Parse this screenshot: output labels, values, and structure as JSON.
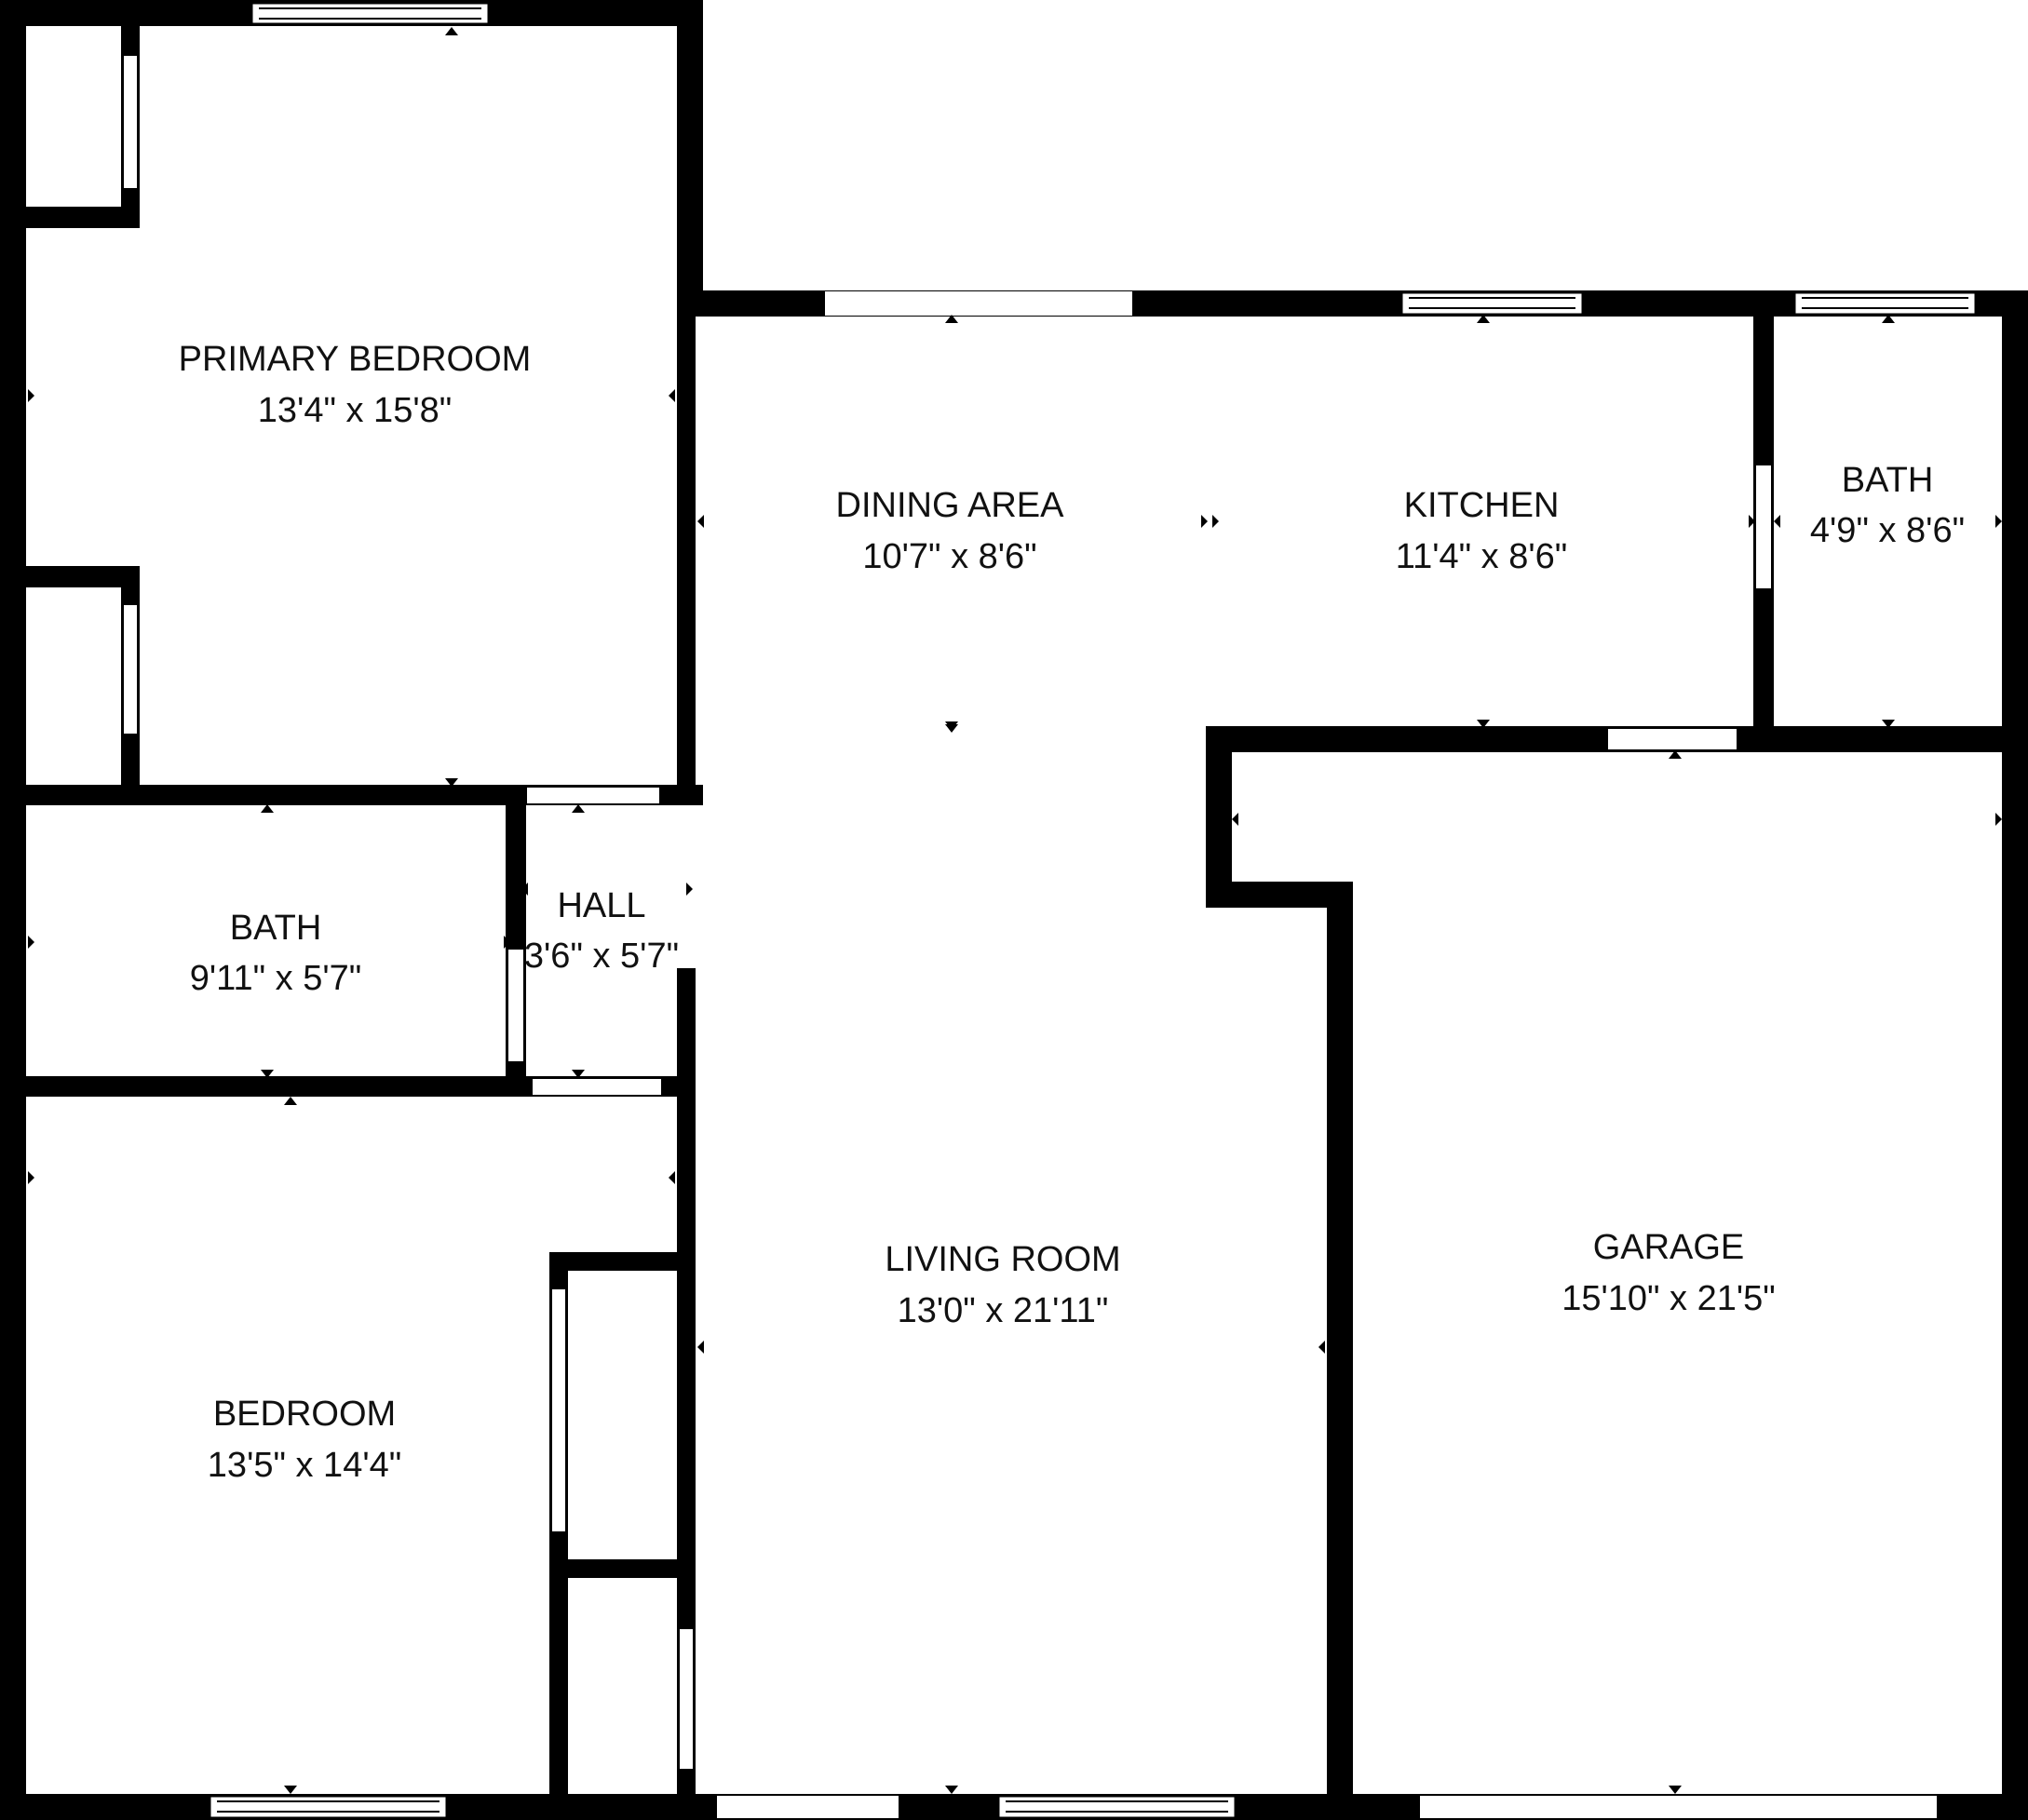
{
  "colors": {
    "background": "#ffffff",
    "wall": "#000000",
    "text": "#111111"
  },
  "rooms": {
    "primary_bedroom": {
      "name": "PRIMARY BEDROOM",
      "dim": "13'4\" x 15'8\""
    },
    "dining_area": {
      "name": "DINING AREA",
      "dim": "10'7\" x 8'6\""
    },
    "kitchen": {
      "name": "KITCHEN",
      "dim": "11'4\" x 8'6\""
    },
    "bath_east": {
      "name": "BATH",
      "dim": "4'9\" x 8'6\""
    },
    "bath_west": {
      "name": "BATH",
      "dim": "9'11\" x 5'7\""
    },
    "hall": {
      "name": "HALL",
      "dim": "3'6\" x 5'7\""
    },
    "bedroom": {
      "name": "BEDROOM",
      "dim": "13'5\" x 14'4\""
    },
    "living_room": {
      "name": "LIVING ROOM",
      "dim": "13'0\" x 21'11\""
    },
    "garage": {
      "name": "GARAGE",
      "dim": "15'10\" x 21'5\""
    }
  }
}
